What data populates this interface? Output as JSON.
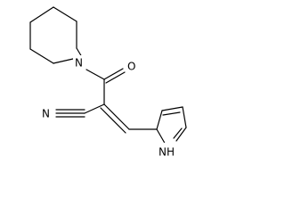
{
  "atoms": {
    "piperidine_nitrogen": "N",
    "carbonyl_oxygen": "O",
    "nitrile_nitrogen": "N",
    "pyrrole_nh": "NH"
  },
  "colors": {
    "bond": "#000000",
    "label": "#000000",
    "background": "#ffffff"
  }
}
